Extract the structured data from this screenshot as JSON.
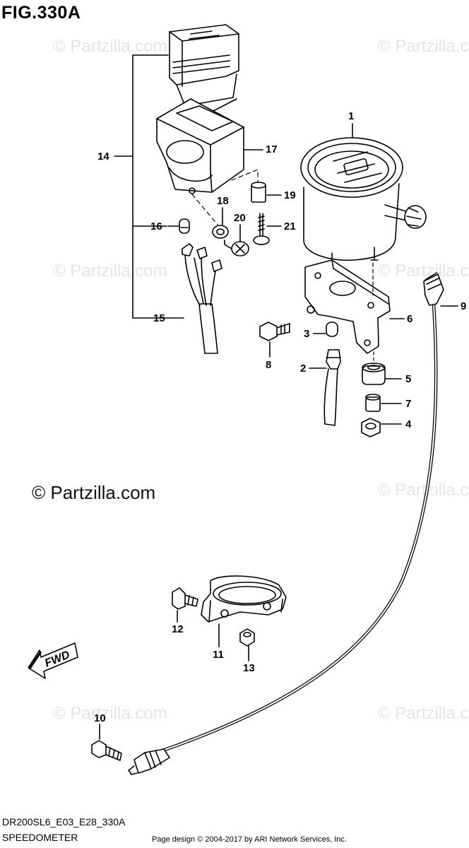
{
  "figure": {
    "title": "FIG.330A",
    "model_code": "DR200SL6_E03_E28_330A",
    "section_name": "SPEEDOMETER",
    "credit": "Page design © 2004-2017 by ARI Network Services, Inc.",
    "fwd_label": "FWD"
  },
  "watermarks": {
    "text": "© Partzilla.com"
  },
  "parts": {
    "p1": "1",
    "p2": "2",
    "p3": "3",
    "p4": "4",
    "p5": "5",
    "p6": "6",
    "p7": "7",
    "p8": "8",
    "p9": "9",
    "p10": "10",
    "p11": "11",
    "p12": "12",
    "p13": "13",
    "p14": "14",
    "p15": "15",
    "p16": "16",
    "p17": "17",
    "p18": "18",
    "p19": "19",
    "p20": "20",
    "p21": "21"
  }
}
